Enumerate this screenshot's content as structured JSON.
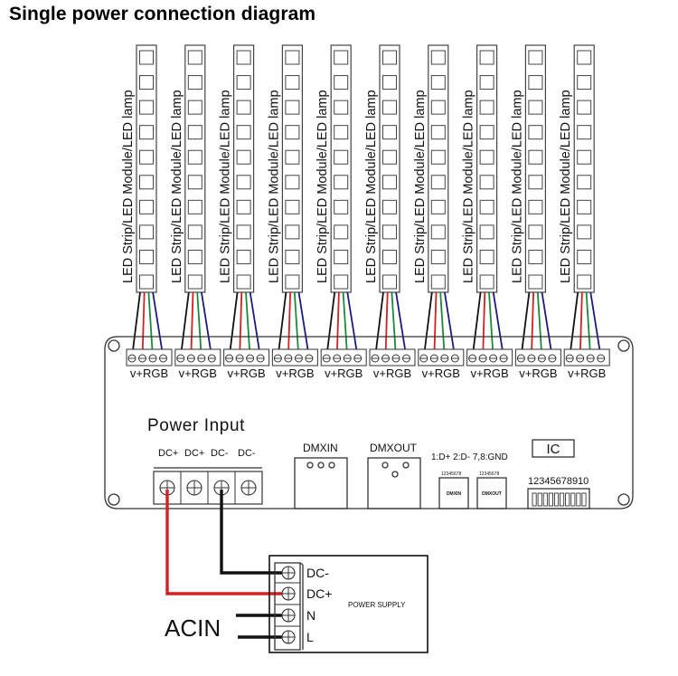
{
  "title": "Single power connection diagram",
  "strips": {
    "count": 10,
    "label": "LED Strip/LED Module/LED lamp",
    "led_cells_per_strip": 10,
    "wire_colors": [
      "#111111",
      "#d42020",
      "#1a8a3a",
      "#1a1a80"
    ],
    "terminal_label": "v+RGB"
  },
  "controller": {
    "power_input_label": "Power Input",
    "power_terminals": [
      "DC+",
      "DC+",
      "DC-",
      "DC-"
    ],
    "dmx_in_label": "DMXIN",
    "dmx_out_label": "DMXOUT",
    "pinout_note": "1:D+ 2:D- 7,8:GND",
    "rj45_pin_numbers": "12345678",
    "rj45_in_label": "DMXIN",
    "rj45_out_label": "DMXOUT",
    "ic_label": "IC",
    "dip_switch_numbers": "12345678910",
    "dip_switch_count": 10
  },
  "power_supply": {
    "label": "POWER SUPPLY",
    "terminals": [
      "DC-",
      "DC+",
      "N",
      "L"
    ],
    "ac_in_label": "ACIN"
  },
  "wiring": {
    "dc_positive_color": "#d42020",
    "dc_negative_color": "#111111",
    "ac_color": "#111111"
  }
}
